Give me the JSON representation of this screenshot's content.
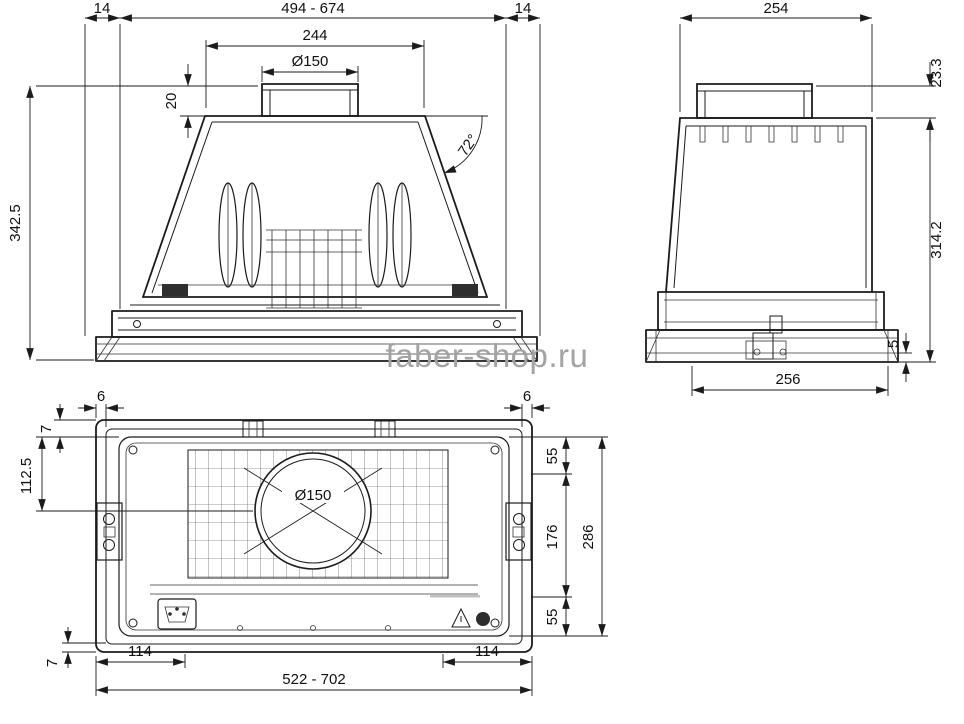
{
  "watermark": {
    "text": "faber-shop.ru"
  },
  "front": {
    "width_range": "494 - 674",
    "flange_left": "14",
    "flange_right": "14",
    "top_width": "244",
    "duct_diameter": "Ø150",
    "duct_height": "20",
    "angle": "72°",
    "height": "342.5"
  },
  "side": {
    "top_depth": "254",
    "duct_offset": "23.3",
    "height": "314.2",
    "lip": "5",
    "bottom_depth": "256"
  },
  "bottom": {
    "rim_left": "6",
    "rim_right": "6",
    "rim_top": "7",
    "center_offset": "112.5",
    "duct_diameter": "Ø150",
    "holes_top": "55",
    "holes_span": "176",
    "holes_bottom": "55",
    "depth_total": "286",
    "bracket_left": "114",
    "width_range": "522 - 702",
    "bracket_right": "114",
    "rim_bottom": "7"
  }
}
